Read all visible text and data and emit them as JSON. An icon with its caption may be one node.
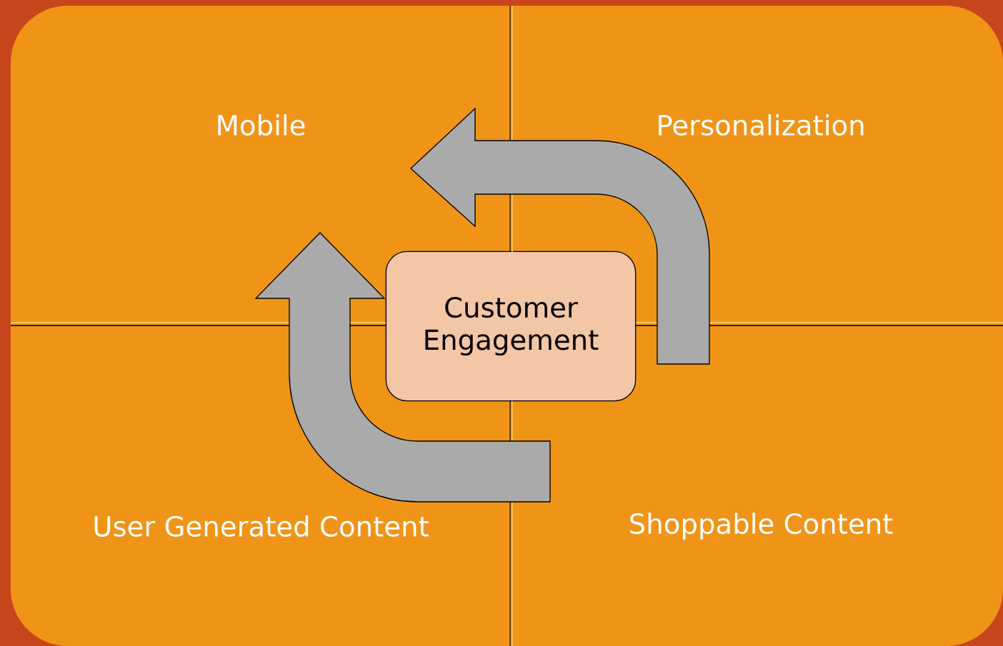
{
  "diagram": {
    "nodes": [
      {
        "text": [
          "Mobile"
        ]
      },
      {
        "text": [
          "Personalization"
        ]
      },
      {
        "text": [
          "User Generated Content"
        ]
      },
      {
        "text": [
          "Shoppable Content"
        ]
      },
      {
        "text": [
          "Customer Engagement"
        ]
      }
    ],
    "edges": [
      {
        "from": 1,
        "to": 0,
        "arrow": "to"
      },
      {
        "from": 3,
        "to": 0,
        "arrow": "to"
      }
    ]
  }
}
